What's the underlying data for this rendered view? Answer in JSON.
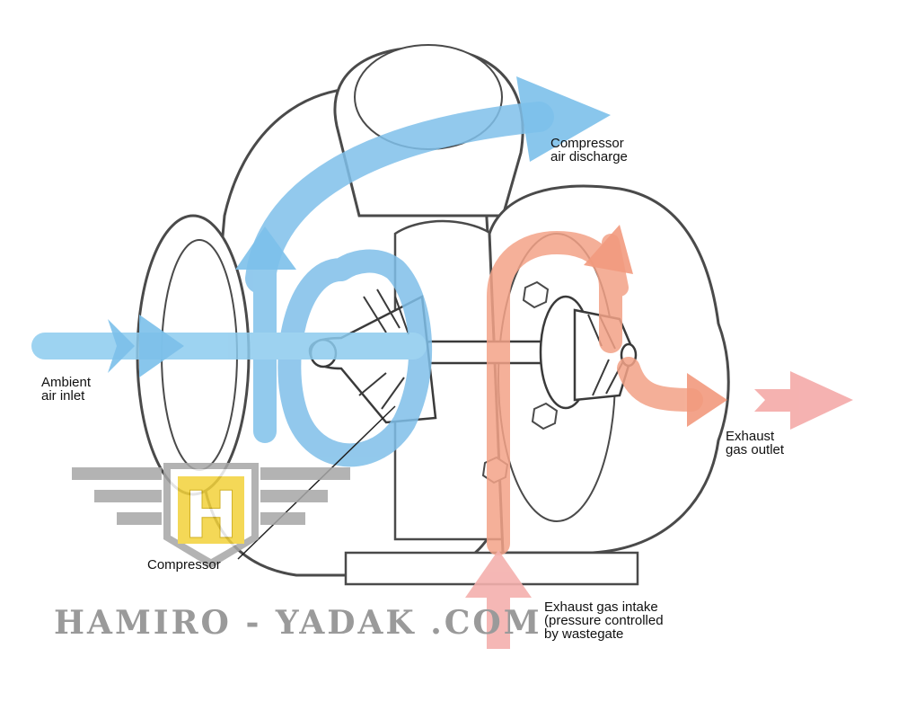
{
  "labels": {
    "compressor_discharge": [
      "Compressor",
      "air discharge"
    ],
    "ambient_inlet": [
      "Ambient",
      "air inlet"
    ],
    "exhaust_outlet": [
      "Exhaust",
      "gas outlet"
    ],
    "compressor": "Compressor",
    "exhaust_intake": [
      "Exhaust gas intake",
      "(pressure controlled",
      "by wastegate"
    ]
  },
  "watermark": {
    "logo_letter": "H",
    "text": "HAMIRO - YADAK .COM"
  },
  "colors": {
    "intake_air": "#8cc8ec",
    "intake_air_dark": "#5aaee0",
    "exhaust": "#f2a38a",
    "exhaust_light": "#f4b5a8",
    "outline": "#555555",
    "logo_yellow": "#f3d23a",
    "logo_gray": "#a6a6a6"
  }
}
